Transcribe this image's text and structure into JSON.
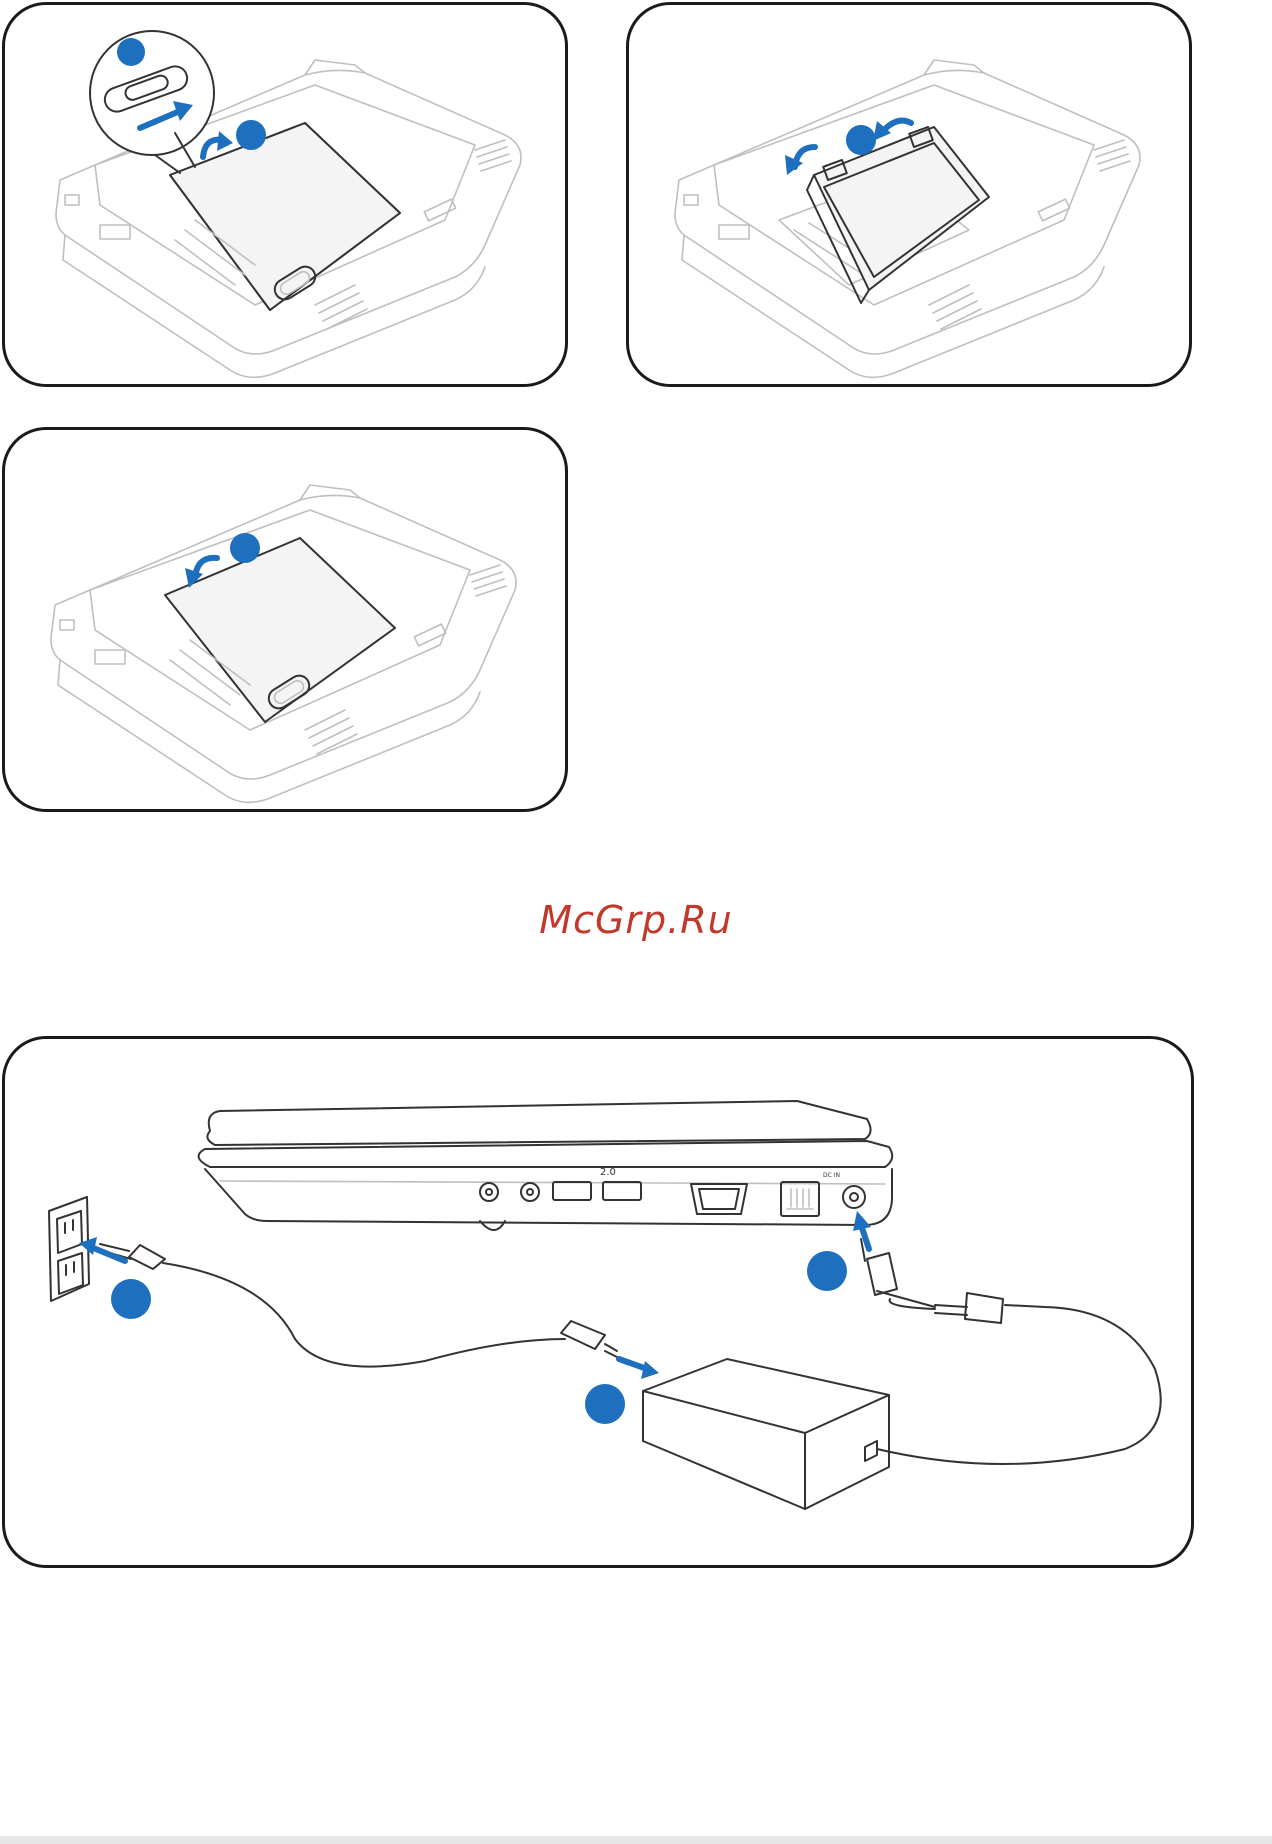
{
  "watermark": {
    "text": "McGrp.Ru",
    "color": "#c0392b"
  },
  "colors": {
    "step_marker": "#1f6fbf",
    "panel_border": "#1a1a1a",
    "line_art": "#bfbfbf"
  },
  "panels": [
    {
      "id": "battery-release",
      "icon": "laptop-underside-battery-lock-icon"
    },
    {
      "id": "battery-remove",
      "icon": "laptop-underside-battery-lift-icon"
    },
    {
      "id": "battery-insert",
      "icon": "laptop-underside-battery-install-icon"
    },
    {
      "id": "ac-adapter-connection",
      "icon": "laptop-ac-adapter-connection-icon"
    }
  ],
  "port_labels": {
    "usb": "2.0",
    "dc_in": "DC IN"
  }
}
